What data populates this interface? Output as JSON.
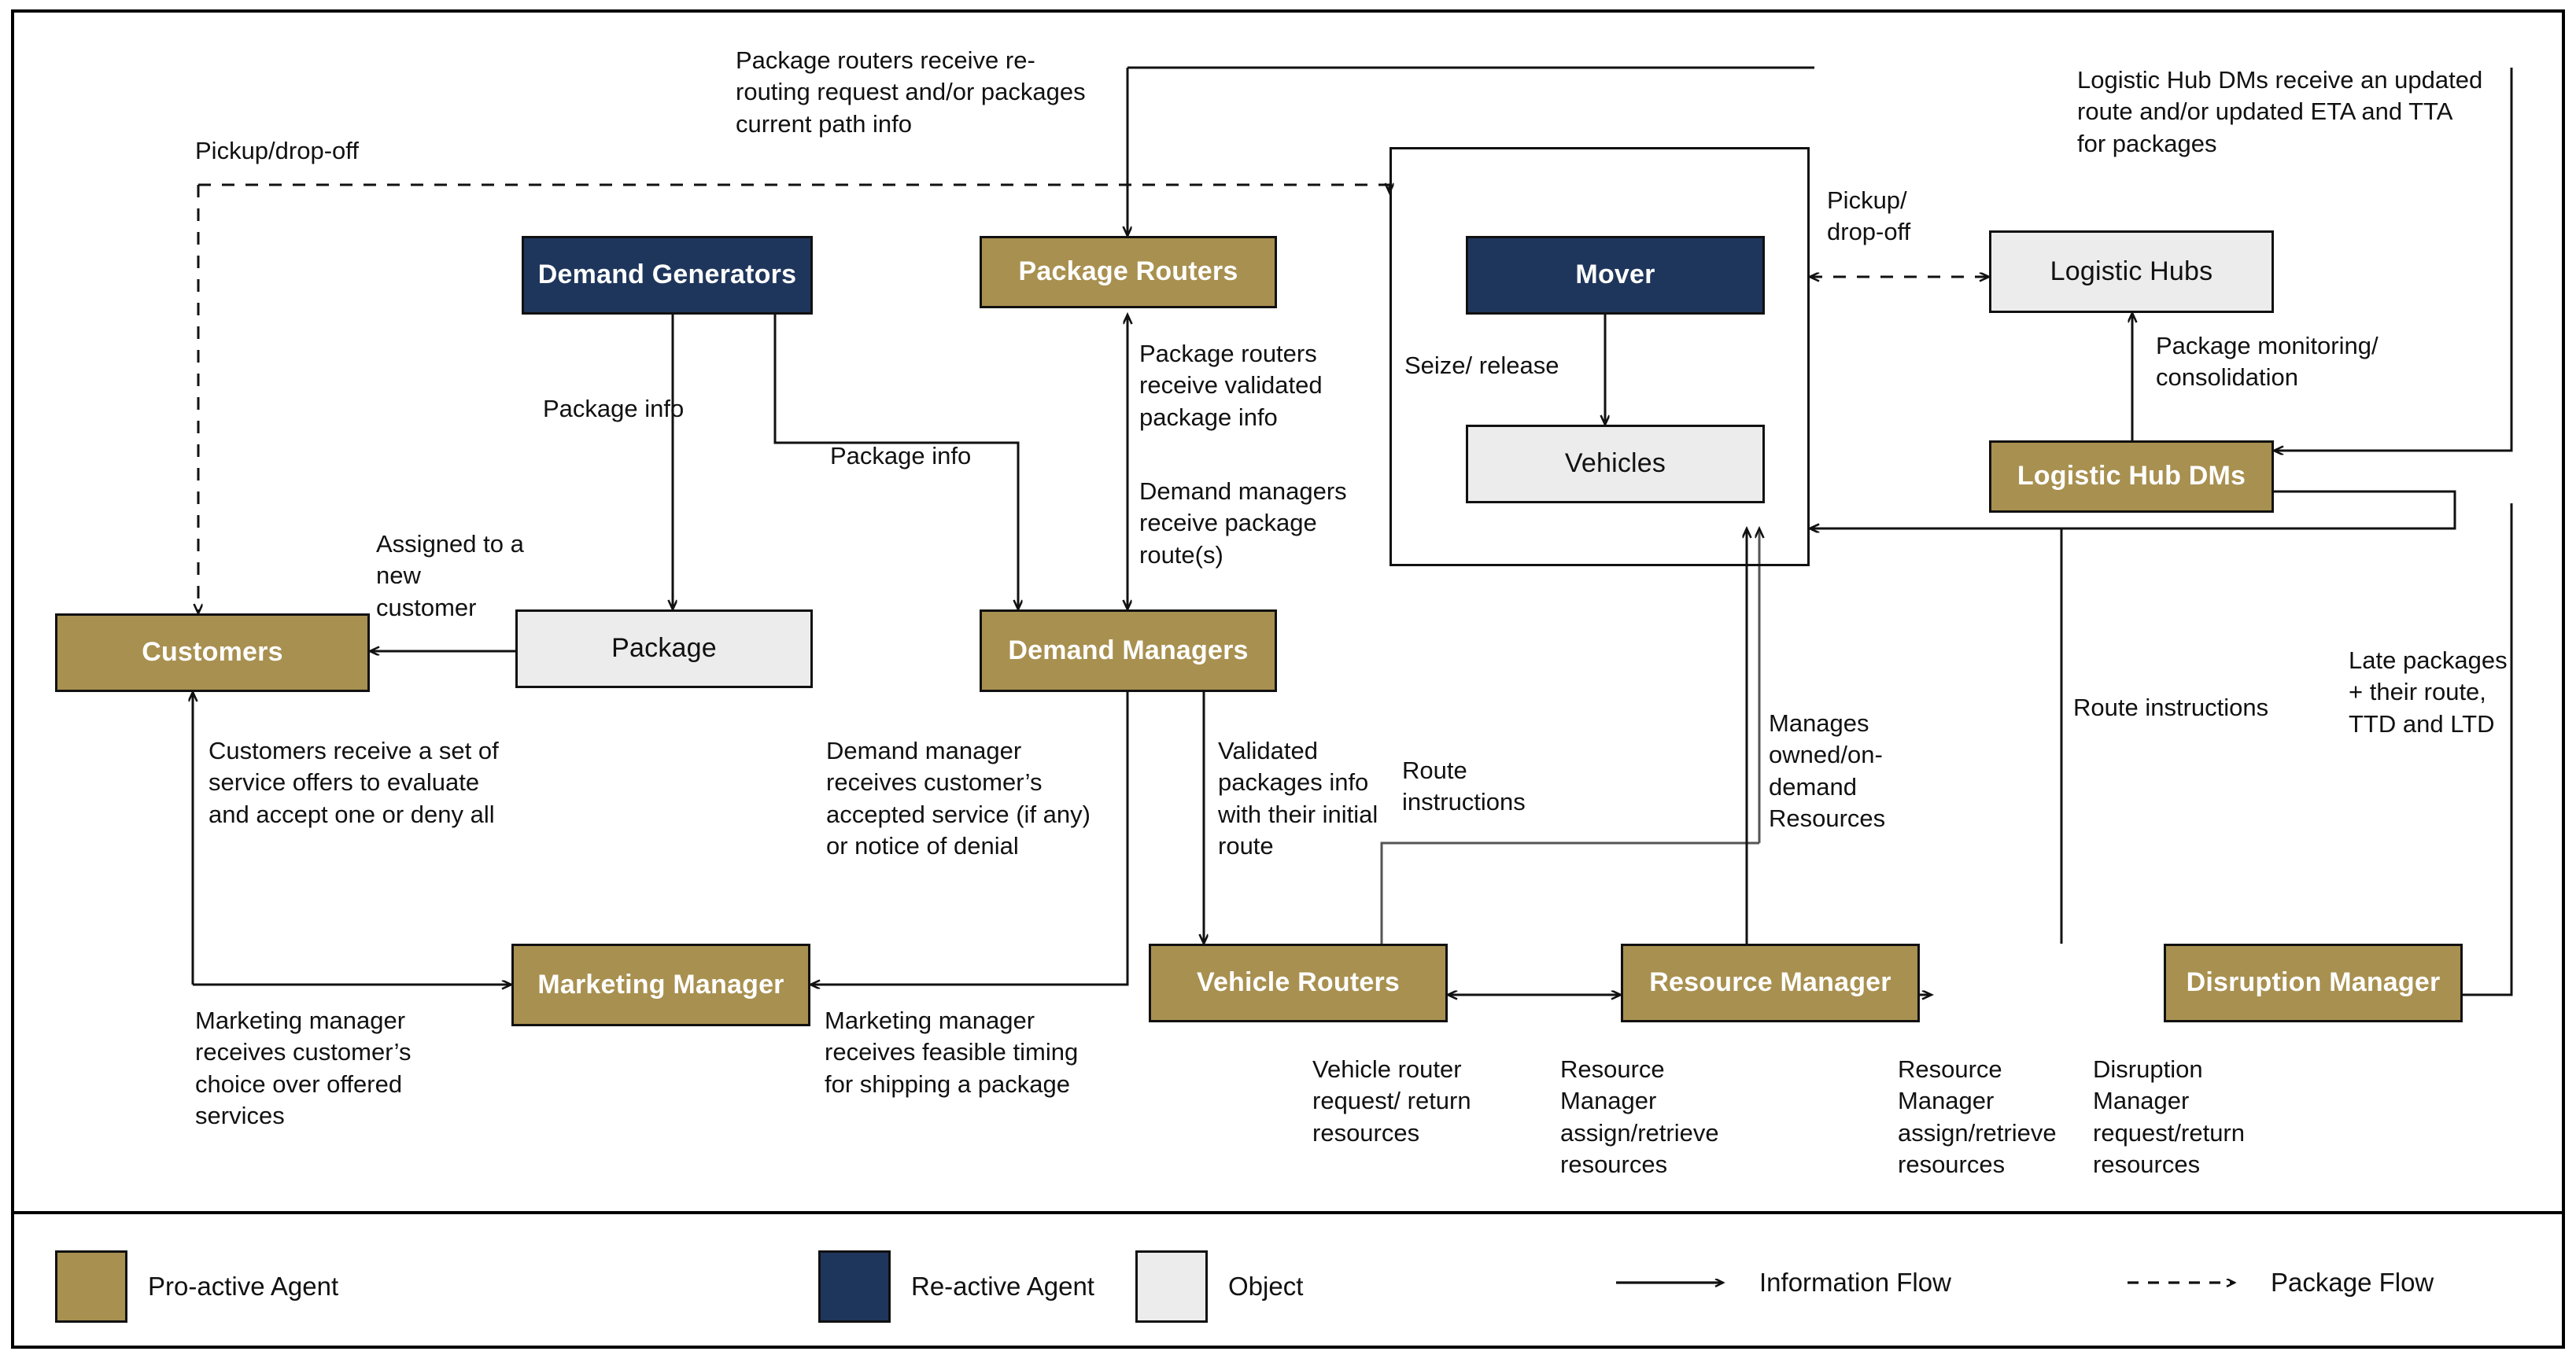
{
  "diagram": {
    "title": "Agent-based logistics system architecture",
    "colors": {
      "proactive": "#A89050",
      "reactive": "#1F365C",
      "object": "#ECECEC",
      "line": "#111111",
      "background": "#FFFFFF"
    }
  },
  "nodes": {
    "demand_generators": "Demand Generators",
    "package_routers": "Package Routers",
    "mover": "Mover",
    "vehicles": "Vehicles",
    "logistic_hubs": "Logistic Hubs",
    "logistic_hub_dms": "Logistic Hub DMs",
    "customers": "Customers",
    "package": "Package",
    "demand_managers": "Demand Managers",
    "marketing_manager": "Marketing Manager",
    "vehicle_routers": "Vehicle Routers",
    "resource_manager": "Resource Manager",
    "disruption_manager": "Disruption Manager"
  },
  "edge_labels": {
    "pickup_dropoff_left": "Pickup/drop-off",
    "package_routers_reroute": "Package routers receive   re-routing request and/or packages current path info",
    "logistic_hub_dms_update": "Logistic Hub DMs receive an updated route and/or updated ETA and TTA for packages",
    "pickup_dropoff_right": "Pickup/ drop-off",
    "package_monitoring": "Package monitoring/ consolidation",
    "package_info_1": "Package info",
    "package_info_2": "Package info",
    "seize_release": "Seize/ release",
    "package_routers_validated": "Package routers receive validated package info",
    "demand_managers_routes": "Demand managers receive package route(s)",
    "assigned_new_customer": "Assigned to a new customer",
    "customers_service_offers": "Customers receive a set of service offers to evaluate and accept one or deny all",
    "demand_manager_accepted": "Demand manager receives customer’s accepted service (if any) or notice of denial",
    "validated_packages_initial_route": "Validated packages info with their initial route",
    "route_instructions_vehicle": "Route instructions",
    "manages_resources": "Manages owned/on-demand Resources",
    "route_instructions_disruption": "Route instructions",
    "late_packages": "Late packages + their route, TTD and LTD",
    "marketing_manager_choice": "Marketing manager receives customer’s choice over offered services",
    "marketing_manager_feasible": "Marketing manager receives feasible timing for shipping a package",
    "vehicle_router_request": "Vehicle router request/ return resources",
    "resource_manager_assign_1": "Resource Manager assign/retrieve resources",
    "resource_manager_assign_2": "Resource Manager assign/retrieve resources",
    "disruption_manager_request": "Disruption Manager request/return resources"
  },
  "legend": [
    {
      "type": "swatch",
      "style": "gold",
      "label": "Pro-active Agent"
    },
    {
      "type": "swatch",
      "style": "navy",
      "label": "Re-active Agent"
    },
    {
      "type": "swatch",
      "style": "obj",
      "label": "Object"
    },
    {
      "type": "arrow",
      "style": "solid",
      "label": "Information Flow"
    },
    {
      "type": "arrow",
      "style": "dashed",
      "label": "Package Flow"
    }
  ]
}
